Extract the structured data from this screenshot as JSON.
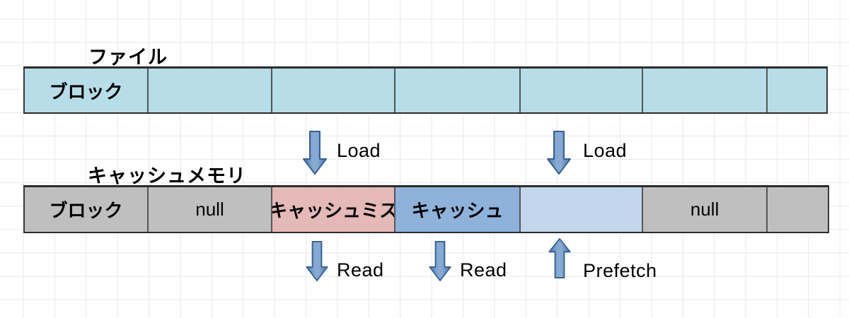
{
  "file_row": {
    "title": "ファイル",
    "cells": [
      "ブロック",
      "",
      "",
      "",
      "",
      "",
      ""
    ]
  },
  "cache_row": {
    "title": "キャッシュメモリ",
    "cells": [
      "ブロック",
      "null",
      "キャッシュミス",
      "キャッシュ",
      "",
      "null",
      ""
    ]
  },
  "arrows": {
    "load1": "Load",
    "load2": "Load",
    "read1": "Read",
    "read2": "Read",
    "prefetch": "Prefetch"
  },
  "colors": {
    "file_cell": "#b7dde8",
    "gray_cell": "#bfbfbf",
    "miss_cell": "#e5b9b7",
    "hit_cell": "#8fb2db",
    "prefetch_cell": "#c4d6ec",
    "arrow_fill": "#4f81bd",
    "arrow_stroke": "#36608f",
    "grid_line": "#e8e8e8",
    "text_color": "#000000"
  }
}
